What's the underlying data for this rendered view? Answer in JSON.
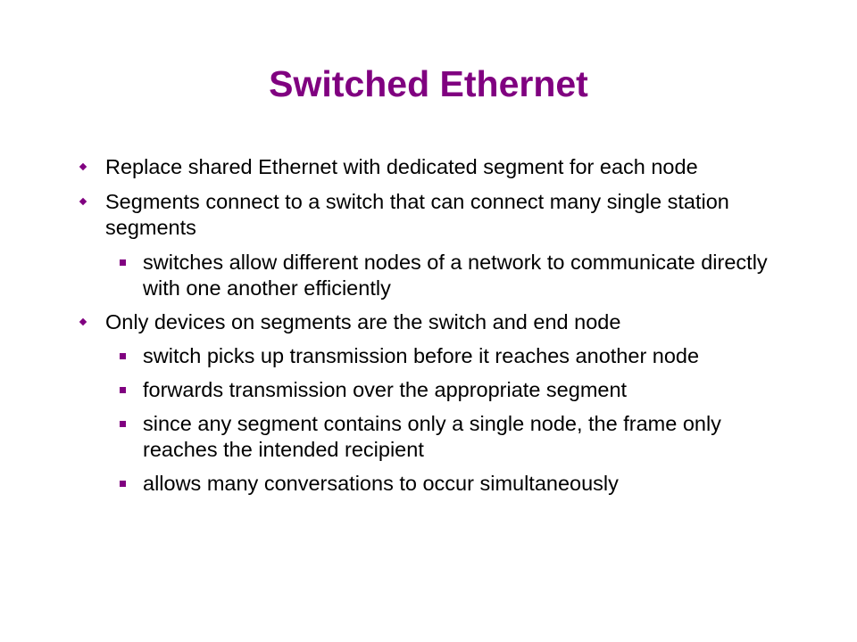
{
  "slide": {
    "title": "Switched Ethernet",
    "bullets": [
      {
        "level": 1,
        "text": "Replace shared Ethernet with dedicated segment for each node"
      },
      {
        "level": 1,
        "text": "Segments connect to a switch that can connect many single station segments"
      },
      {
        "level": 2,
        "text": "switches allow different nodes of a network to communicate directly with one another efficiently"
      },
      {
        "level": 1,
        "text": "Only devices on segments are the switch and end node"
      },
      {
        "level": 2,
        "text": "switch picks up transmission before it reaches another node"
      },
      {
        "level": 2,
        "text": "forwards transmission over the appropriate segment"
      },
      {
        "level": 2,
        "text": "since any segment contains only a single node, the frame only reaches the intended recipient"
      },
      {
        "level": 2,
        "text": "allows many conversations to occur simultaneously"
      }
    ],
    "colors": {
      "title": "#800080",
      "bullet_marker": "#800080",
      "text": "#000000"
    },
    "icons": {
      "level1_marker": "diamond-bullet-icon",
      "level2_marker": "square-bullet-icon"
    }
  }
}
